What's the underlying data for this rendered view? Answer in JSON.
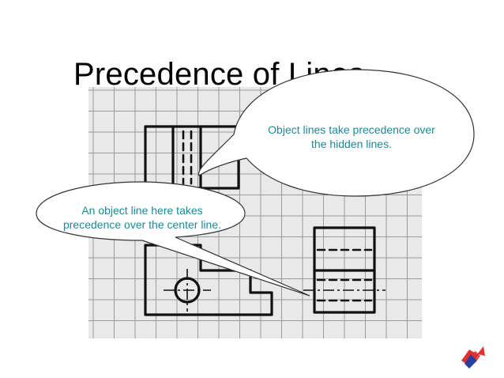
{
  "slide": {
    "title": "Precedence of Lines"
  },
  "callouts": {
    "right": {
      "line1": "Object lines take precedence over",
      "line2": "the hidden lines."
    },
    "left": {
      "line1": "An object line here takes",
      "line2": "precedence over the center line."
    }
  },
  "colors": {
    "callout_text": "#1a8a99",
    "grid_paper": "#e9e9e9",
    "grid_line": "#9a9a9a",
    "ink": "#111111",
    "logo_red": "#e0312b",
    "logo_blue": "#2a3f9e"
  },
  "icons": {
    "logo": "red-blue-arrow-logo-icon"
  }
}
